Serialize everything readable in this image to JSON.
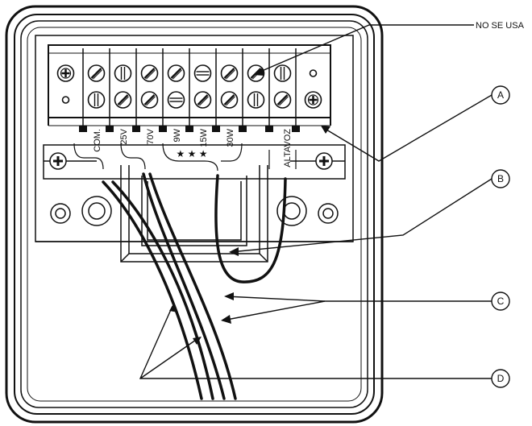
{
  "diagram": {
    "terminal_labels": [
      "COM.",
      "25V",
      "70V",
      "9W",
      "15W",
      "30W",
      "ALTAVOZ"
    ],
    "stars": "★ ★ ★",
    "note_label": "NO SE USA",
    "callouts": [
      "A",
      "B",
      "C",
      "D"
    ]
  }
}
